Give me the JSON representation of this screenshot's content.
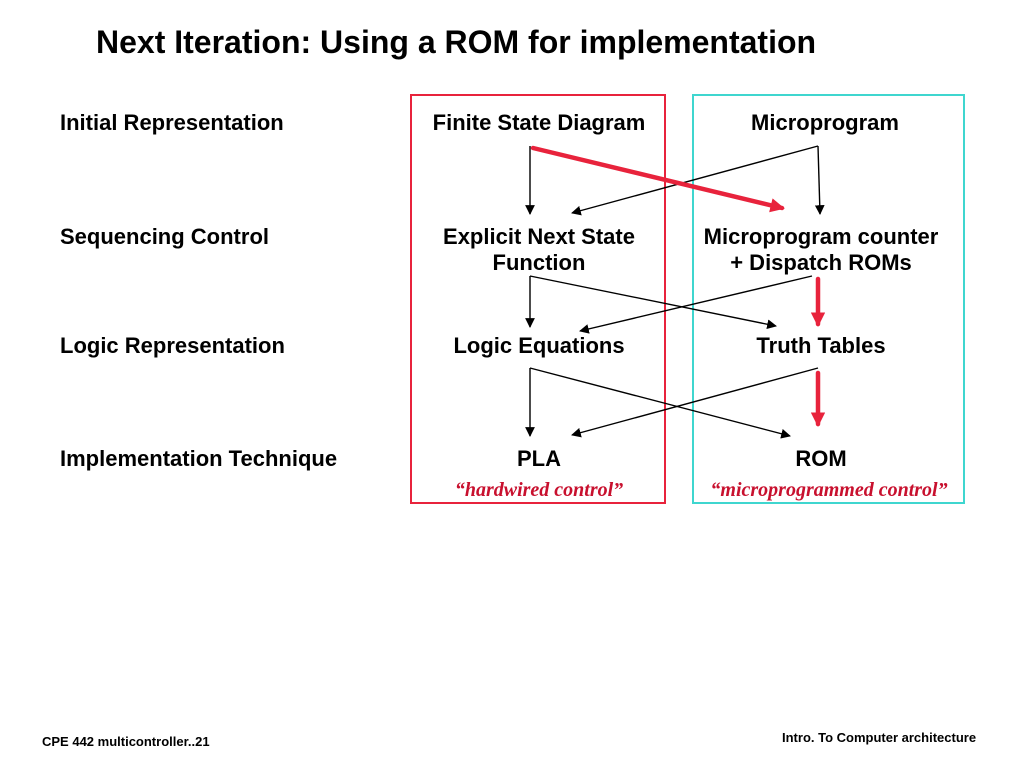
{
  "title": "Next Iteration: Using a ROM for implementation",
  "rows": {
    "initial": "Initial Representation",
    "sequencing": "Sequencing Control",
    "logic": "Logic Representation",
    "implementation": "Implementation Technique"
  },
  "hardwired": {
    "initial": "Finite State Diagram",
    "sequencing_line1": "Explicit Next State",
    "sequencing_line2": "Function",
    "logic": "Logic Equations",
    "implementation": "PLA",
    "caption": "“hardwired control”"
  },
  "microprogrammed": {
    "initial": "Microprogram",
    "sequencing_line1": "Microprogram counter",
    "sequencing_line2": "+ Dispatch ROMs",
    "logic": "Truth Tables",
    "implementation": "ROM",
    "caption": "“microprogrammed control”"
  },
  "colors": {
    "hardwired_border": "#e8233c",
    "microprogrammed_border": "#3fd6cf",
    "highlight_arrow": "#e8233c",
    "caption_text": "#c8102e"
  },
  "footer": {
    "left": "CPE 442 multicontroller..21",
    "right": "Intro. To Computer architecture"
  }
}
